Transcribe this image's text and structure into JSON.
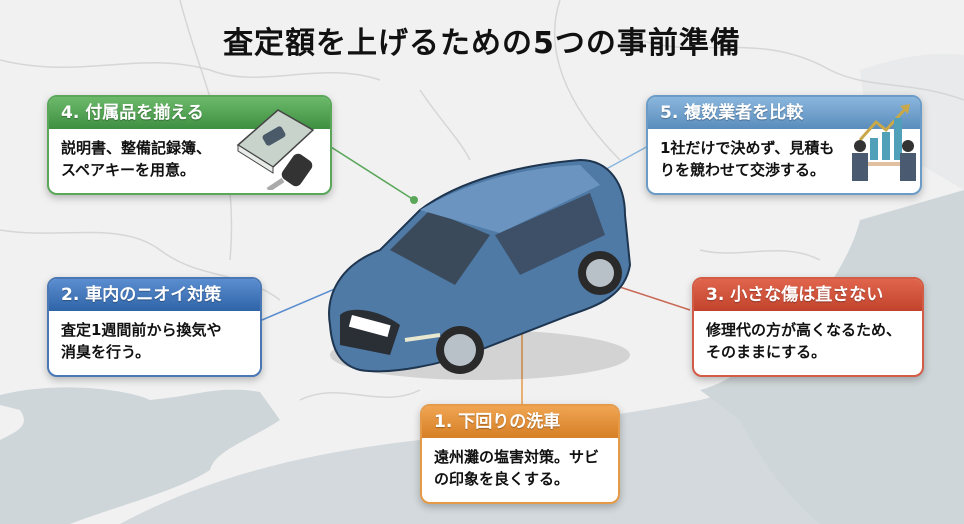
{
  "title": "査定額を上げるための5つの事前準備",
  "cards": [
    {
      "id": 4,
      "heading": "4. 付属品を揃える",
      "body_line1": "説明書、整備記録簿、",
      "body_line2": "スペアキーを用意。",
      "color": "#4e9f4f",
      "icon": "manual-and-key-icon"
    },
    {
      "id": 5,
      "heading": "5. 複数業者を比較",
      "body_line1": "1社だけで決めず、見積も",
      "body_line2": "りを競わせて交渉する。",
      "color": "#6b9cc8",
      "icon": "handshake-growth-icon"
    },
    {
      "id": 2,
      "heading": "2. 車内のニオイ対策",
      "body_line1": "査定1週間前から換気や",
      "body_line2": "消臭を行う。",
      "color": "#3a6fb2"
    },
    {
      "id": 3,
      "heading": "3. 小さな傷は直さない",
      "body_line1": "修理代の方が高くなるため、",
      "body_line2": "そのままにする。",
      "color": "#cf4f38"
    },
    {
      "id": 1,
      "heading": "1. 下回りの洗車",
      "body_line1": "遠州灘の塩害対策。サビ",
      "body_line2": "の印象を良くする。",
      "color": "#e08b34"
    }
  ],
  "colors": {
    "map_land": "#f1f1f1",
    "map_water": "#cfd6d9",
    "car_body": "#4f7aa6"
  }
}
